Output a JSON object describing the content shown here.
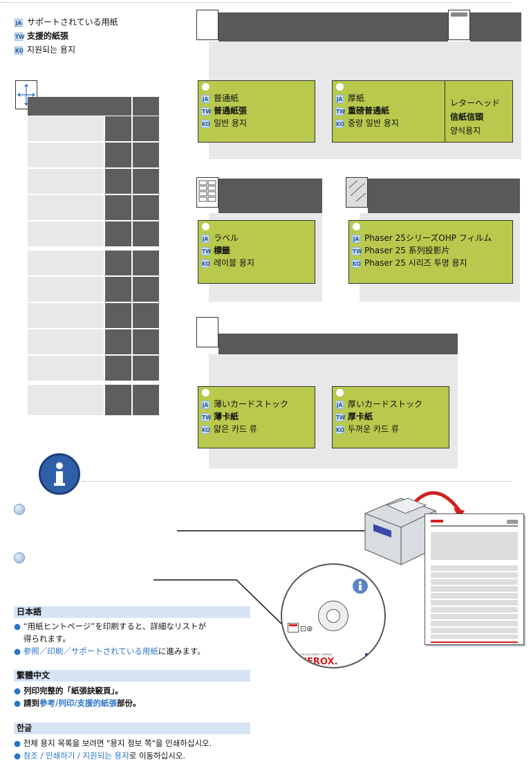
{
  "header": {
    "items": [
      {
        "code": "JA",
        "text": "サポートされている用紙"
      },
      {
        "code": "TW",
        "text": "支援的紙張"
      },
      {
        "code": "KO",
        "text": "지원되는 용지"
      }
    ]
  },
  "cards": {
    "plain": [
      {
        "code": "JA",
        "text": "普通紙"
      },
      {
        "code": "TW",
        "text": "普通紙張"
      },
      {
        "code": "KO",
        "text": "일반 용지"
      }
    ],
    "heavy": [
      {
        "code": "JA",
        "text": "厚紙"
      },
      {
        "code": "TW",
        "text": "重磅普通紙"
      },
      {
        "code": "KO",
        "text": "중량 일반 용지"
      }
    ],
    "letterhead": [
      "レターヘッド",
      "信紙信頭",
      "양식용지"
    ],
    "labels": [
      {
        "code": "JA",
        "text": "ラベル"
      },
      {
        "code": "TW",
        "text": "標籤"
      },
      {
        "code": "KO",
        "text": "레이블 용지"
      }
    ],
    "transparency": [
      {
        "code": "JA",
        "text": "Phaser 25シリーズOHP フィルム"
      },
      {
        "code": "TW",
        "text": "Phaser 25 系列投影片"
      },
      {
        "code": "KO",
        "text": "Phaser 25 시리즈 투명 용지"
      }
    ],
    "thin_card": [
      {
        "code": "JA",
        "text": "薄いカードストック"
      },
      {
        "code": "TW",
        "text": "薄卡紙"
      },
      {
        "code": "KO",
        "text": "얇은 카드 류"
      }
    ],
    "thick_card": [
      {
        "code": "JA",
        "text": "厚いカードストック"
      },
      {
        "code": "TW",
        "text": "厚卡紙"
      },
      {
        "code": "KO",
        "text": "두꺼운 카드 류"
      }
    ]
  },
  "cd": {
    "brand": "XEROX.",
    "tagline": "THE DOCUMENT COMPANY"
  },
  "sections": {
    "ja": {
      "title": "日本語",
      "b1a": "“用紙ヒントページ”を印刷すると、詳細なリストが",
      "b1b": "得られます。",
      "b2_link": "参照／印刷／サポートされている用紙",
      "b2_rest": "に進みます。"
    },
    "tw": {
      "title": "繁體中文",
      "b1": "列印完整的「紙張訣竅頁」。",
      "b2_pre": "請到",
      "b2_link": "參考/列印/支援的紙張",
      "b2_rest": "部份。"
    },
    "ko": {
      "title": "한글",
      "b1": "전체 용지 목록을 보려면 \"용지 정보 쪽\"을 인쇄하십시오.",
      "b2_link": "참조 / 인쇄하기 / 지원되는 용지",
      "b2_rest": "로 이동하십시오."
    }
  },
  "colors": {
    "card_green": "#b8c94d",
    "panel_gray": "#e8e8e8",
    "bar_dark": "#595959",
    "link_blue": "#2a74c9",
    "section_blue": "#d7e4f4"
  }
}
